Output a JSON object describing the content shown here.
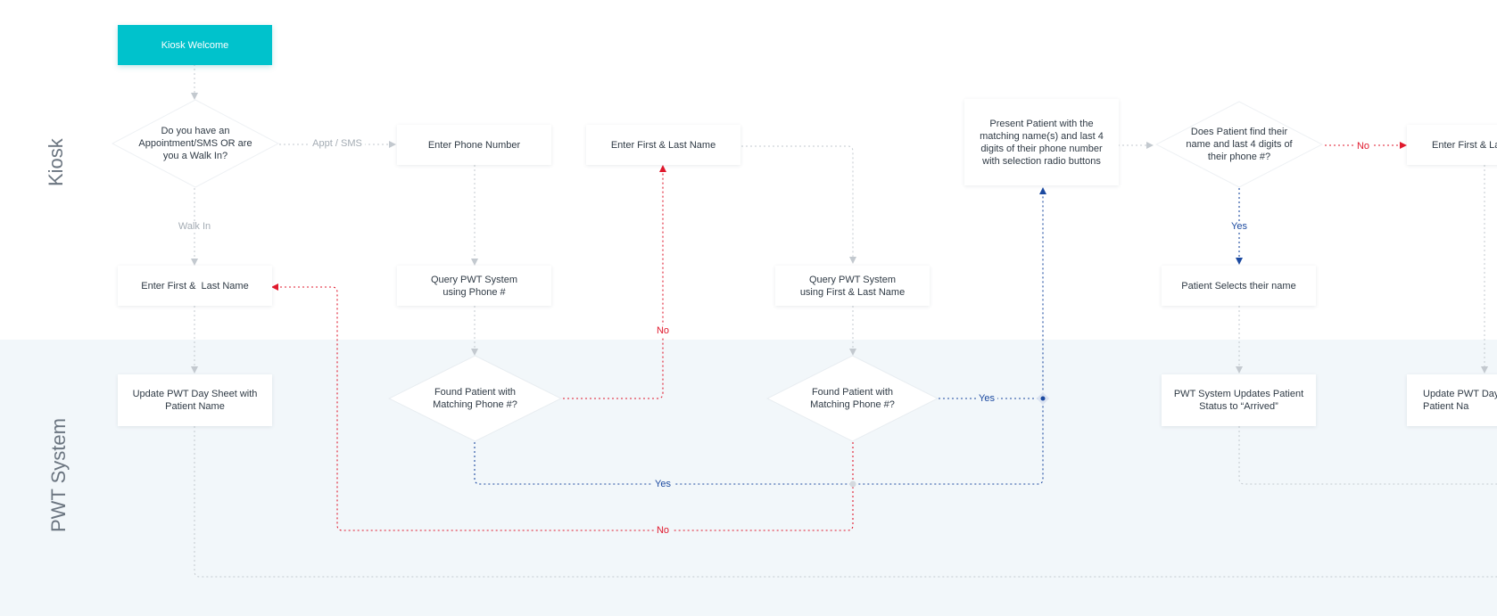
{
  "lanes": {
    "kiosk": "Kiosk",
    "pwt": "PWT System"
  },
  "nodes": {
    "kiosk_welcome": "Kiosk Welcome",
    "appt_question": "Do you have an Appointment/SMS OR are you a Walk In?",
    "enter_phone": "Enter Phone Number",
    "enter_name_top": "Enter First & Last Name",
    "present_patient": "Present Patient with the matching name(s) and last 4 digits of their phone number with selection radio buttons",
    "patient_find_question": "Does Patient find their name and last 4 digits of their phone #?",
    "enter_name_right": "Enter First & La",
    "enter_name_walkin": "Enter First &  Last Name",
    "query_phone": "Query PWT System using Phone #",
    "query_name": "Query PWT System using First & Last Name",
    "patient_selects": "Patient Selects their name",
    "update_day_sheet": "Update PWT Day Sheet with Patient Name",
    "found_phone_question": "Found Patient with Matching Phone #?",
    "found_name_question": "Found Patient with Matching Phone #?",
    "updates_status": "PWT System Updates Patient Status to “Arrived”",
    "update_day_right": "Update PWT Day Patient Na"
  },
  "edge_labels": {
    "appt_sms": "Appt / SMS",
    "walk_in": "Walk In",
    "no_phone": "No",
    "yes_name": "Yes",
    "yes_phone": "Yes",
    "no_name": "No",
    "yes_find": "Yes",
    "no_find": "No"
  },
  "colors": {
    "start_fill": "#00c2cc",
    "lane_band": "#f2f7fa",
    "grey_edge": "#c3c9cf",
    "red_edge": "#e0192d",
    "blue_edge": "#1c4aa0"
  }
}
